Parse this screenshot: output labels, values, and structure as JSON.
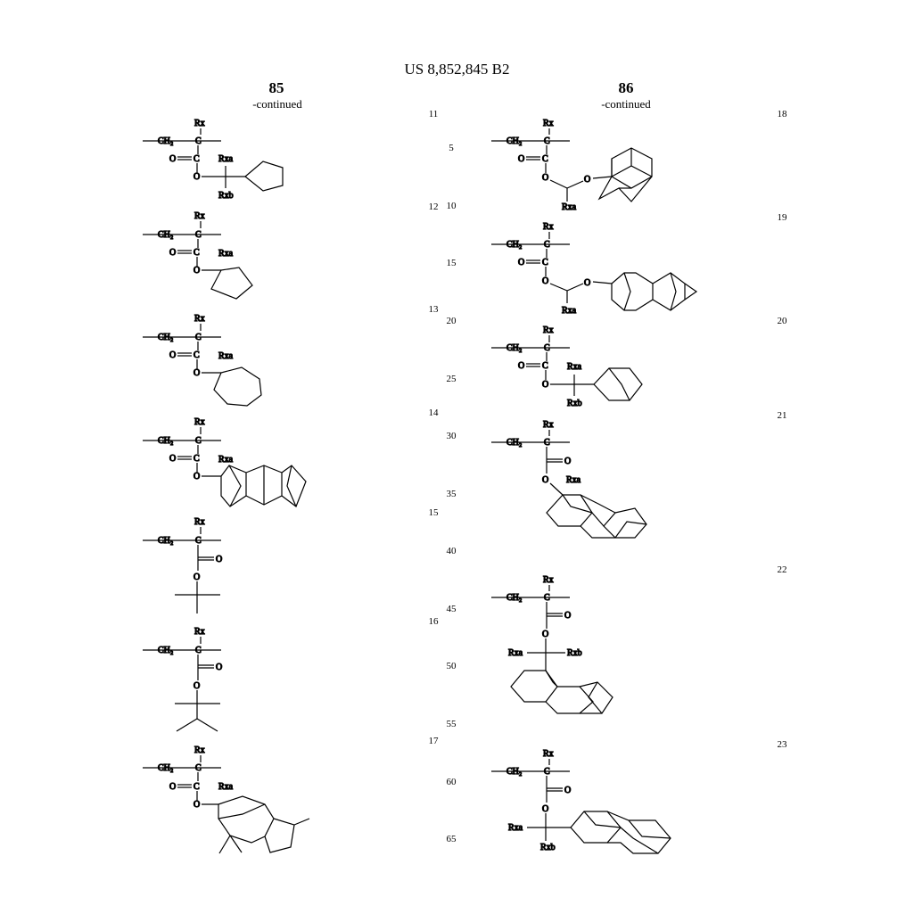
{
  "header": {
    "patent_number": "US 8,852,845 B2"
  },
  "columns": {
    "left": {
      "page_number": "85",
      "continued": "-continued"
    },
    "right": {
      "page_number": "86",
      "continued": "-continued"
    }
  },
  "line_numbers": [
    "5",
    "10",
    "15",
    "20",
    "25",
    "30",
    "35",
    "40",
    "45",
    "50",
    "55",
    "60",
    "65"
  ],
  "compound_numbers": [
    "11",
    "12",
    "13",
    "14",
    "15",
    "16",
    "17",
    "18",
    "19",
    "20",
    "21",
    "22",
    "23"
  ],
  "chem_labels": {
    "rx": "Rx",
    "rxa": "Rxa",
    "rxb": "Rxb",
    "ch2": "CH₂",
    "c": "C",
    "o": "O"
  }
}
